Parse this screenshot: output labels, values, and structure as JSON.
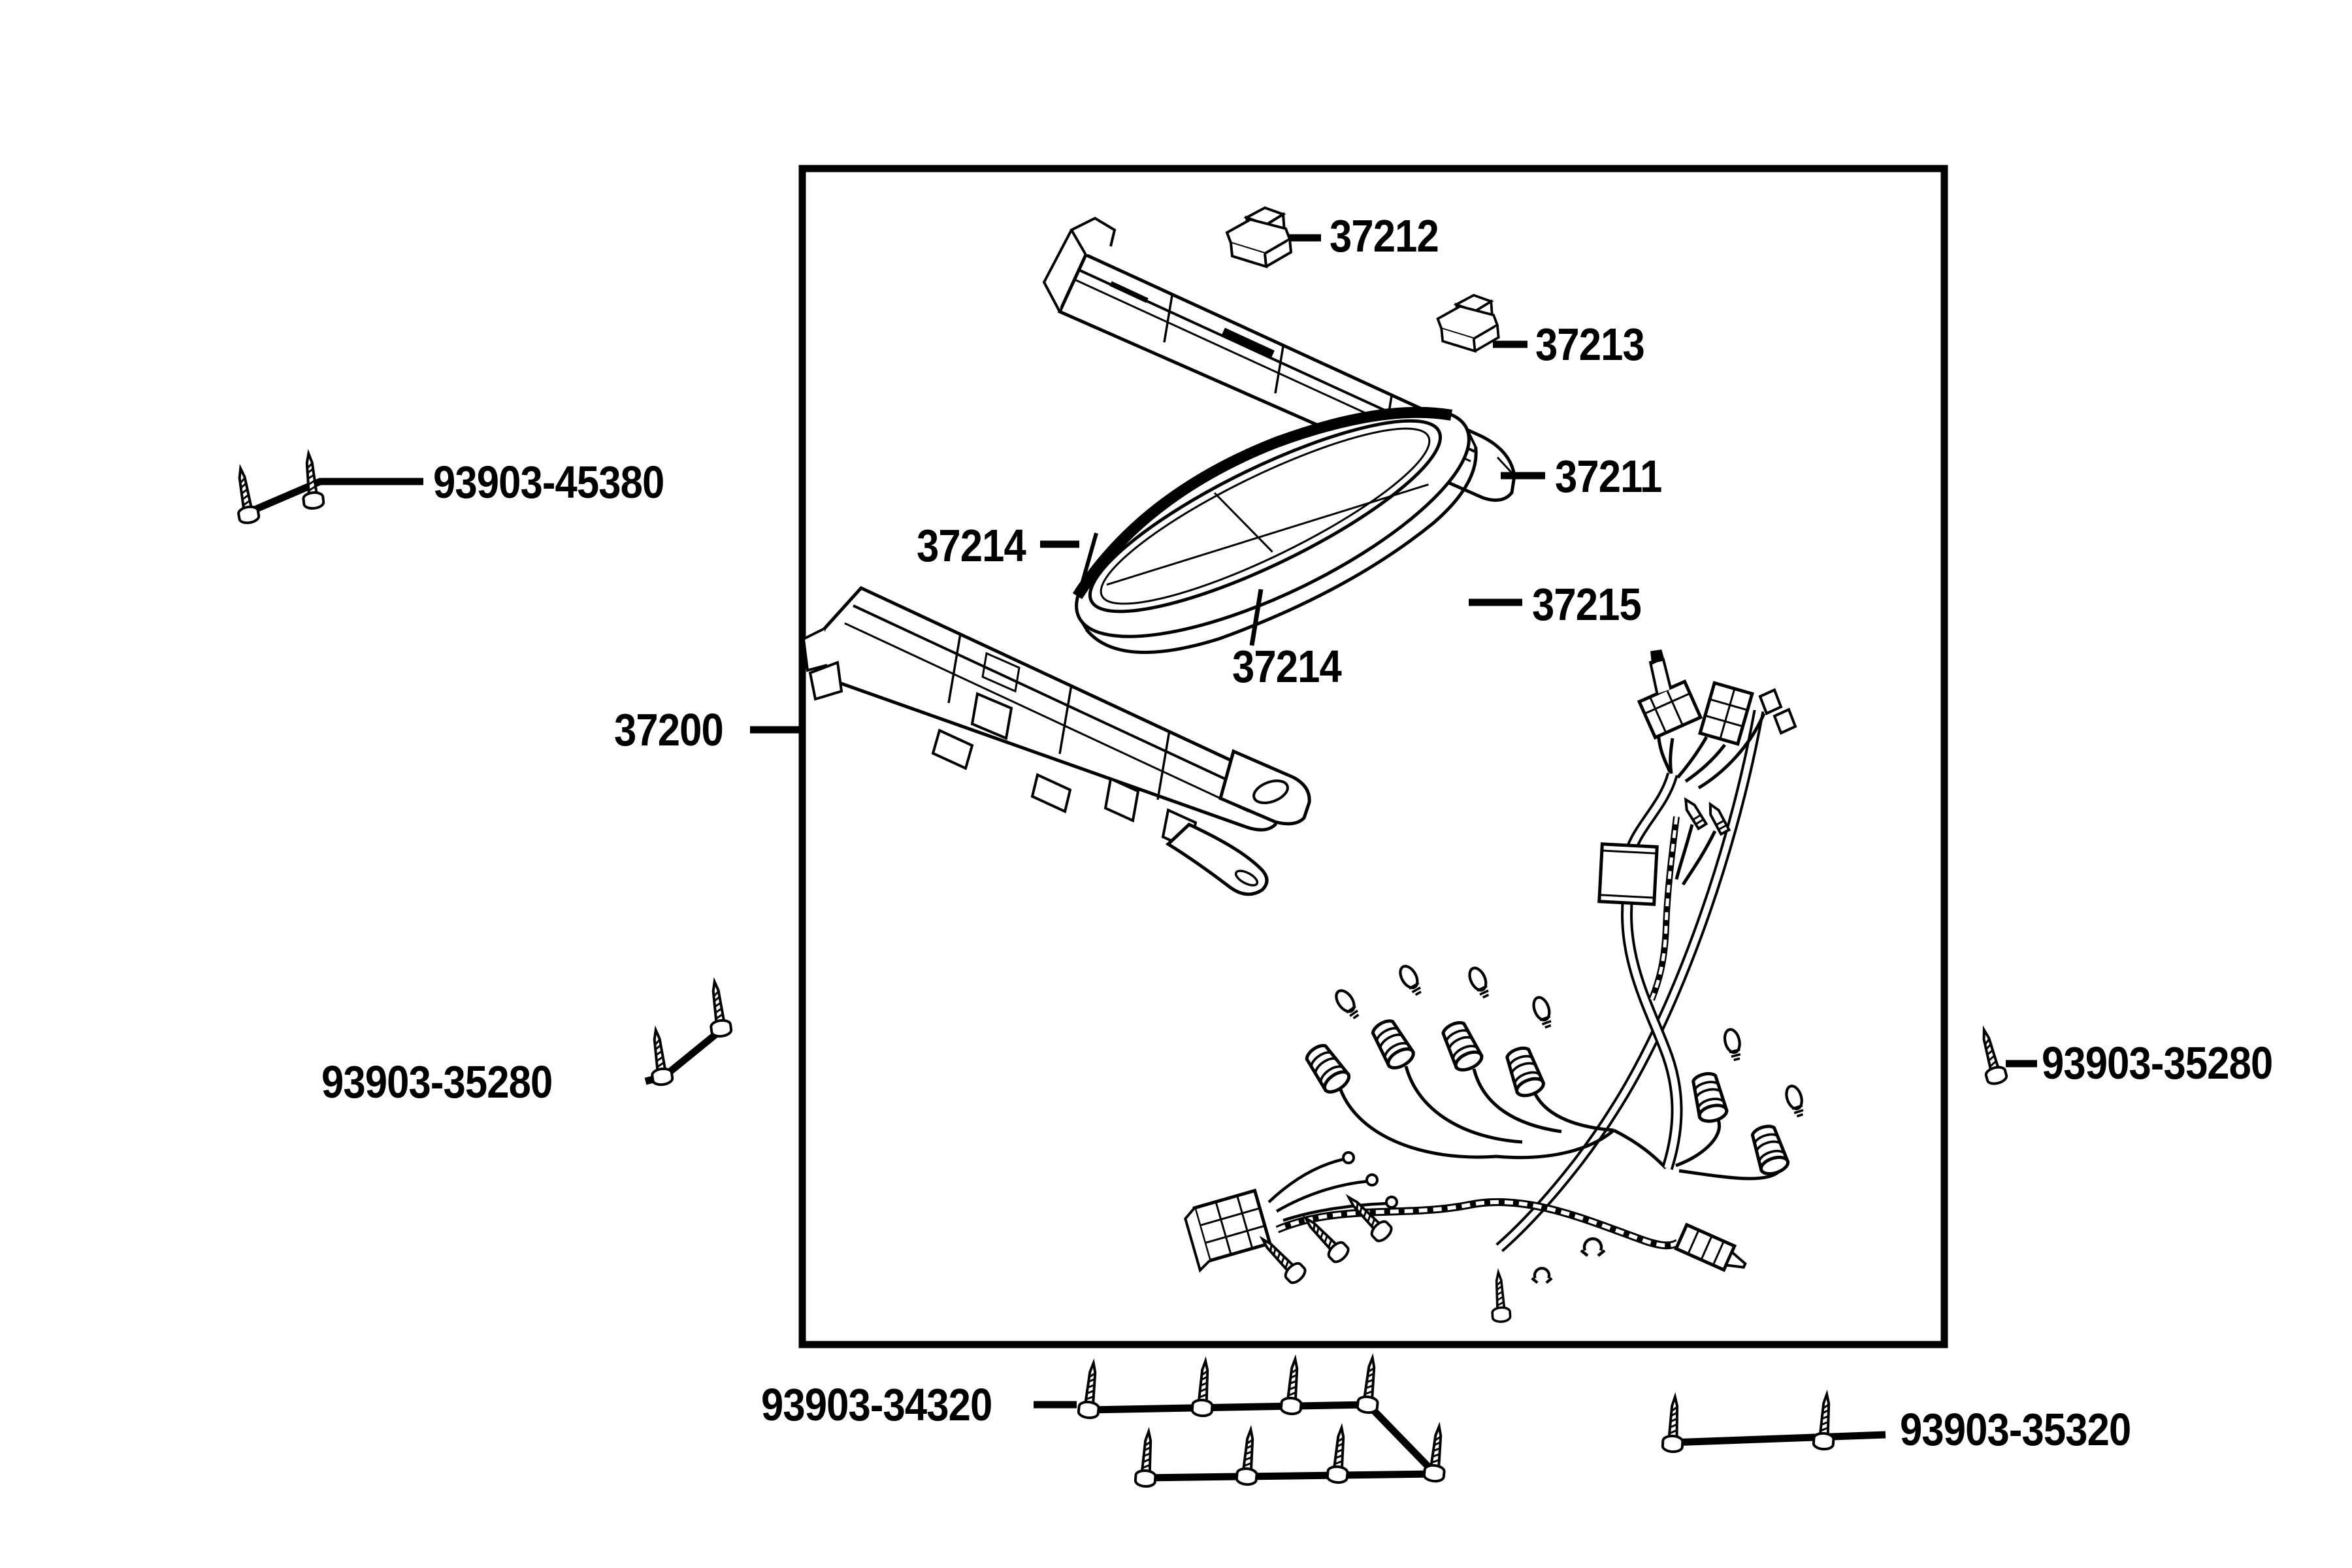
{
  "diagram": {
    "type": "exploded-parts-diagram",
    "background_color": "#ffffff",
    "line_color": "#000000",
    "labels": {
      "p37212": "37212",
      "p37213": "37213",
      "p37211": "37211",
      "p37215": "37215",
      "p37214_upper": "37214",
      "p37214_lower": "37214",
      "p37200": "37200",
      "f93903_45380": "93903-45380",
      "f93903_35280_left": "93903-35280",
      "f93903_35280_right": "93903-35280",
      "f93903_34320": "93903-34320",
      "f93903_35320": "93903-35320"
    }
  }
}
